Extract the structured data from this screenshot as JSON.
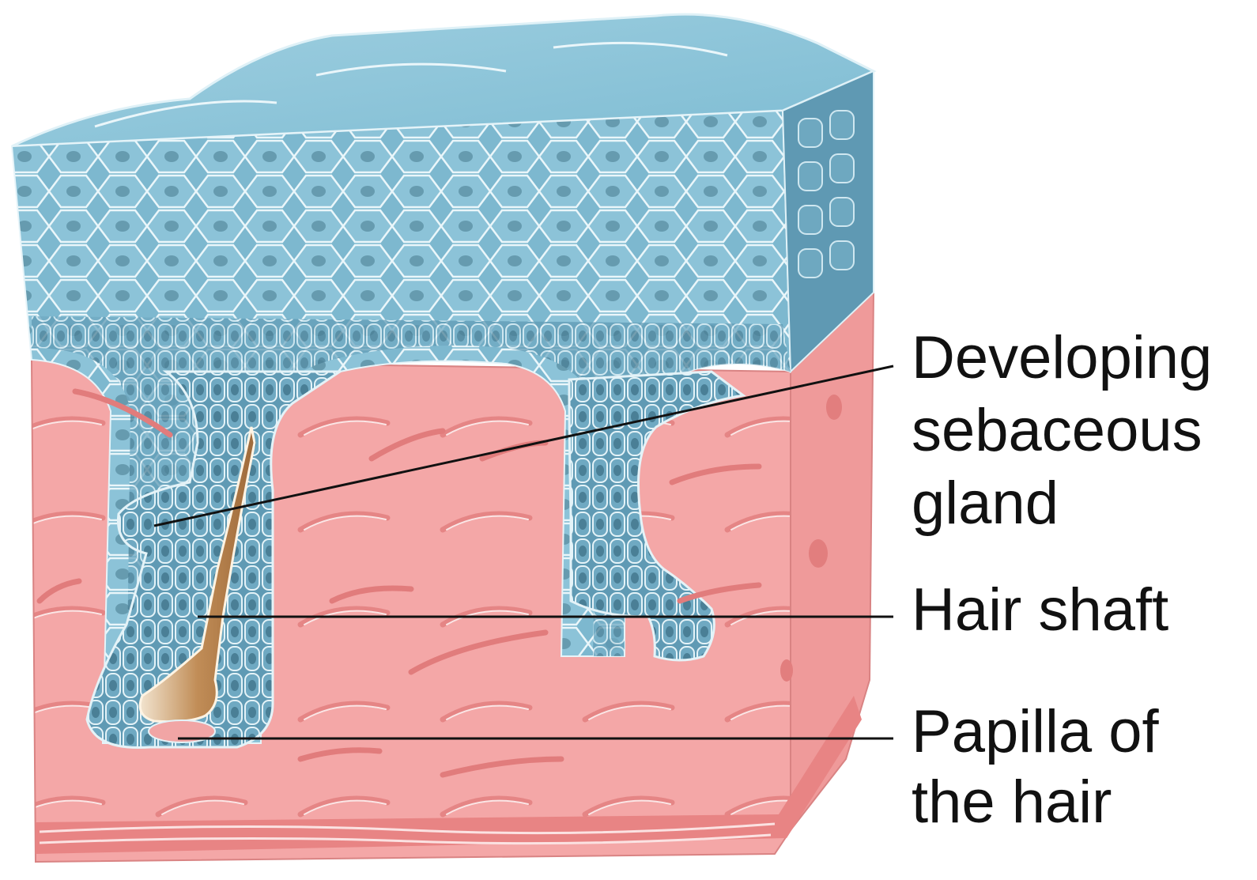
{
  "labels": {
    "sebaceous": [
      "Developing",
      "sebaceous",
      "gland"
    ],
    "hair_shaft": [
      "Hair shaft"
    ],
    "papilla": [
      "Papilla of",
      "the hair"
    ]
  },
  "colors": {
    "epidermis": "#78b4cc",
    "epidermis_dark": "#4f8fab",
    "epidermis_light": "#a8d2e2",
    "cell_nucleus": "#5f94a8",
    "dermis": "#f2a3a3",
    "dermis_dark": "#d9787a",
    "dermis_side": "#ee9494",
    "hair_shaft": "#b07a45",
    "label_text": "#111111"
  }
}
